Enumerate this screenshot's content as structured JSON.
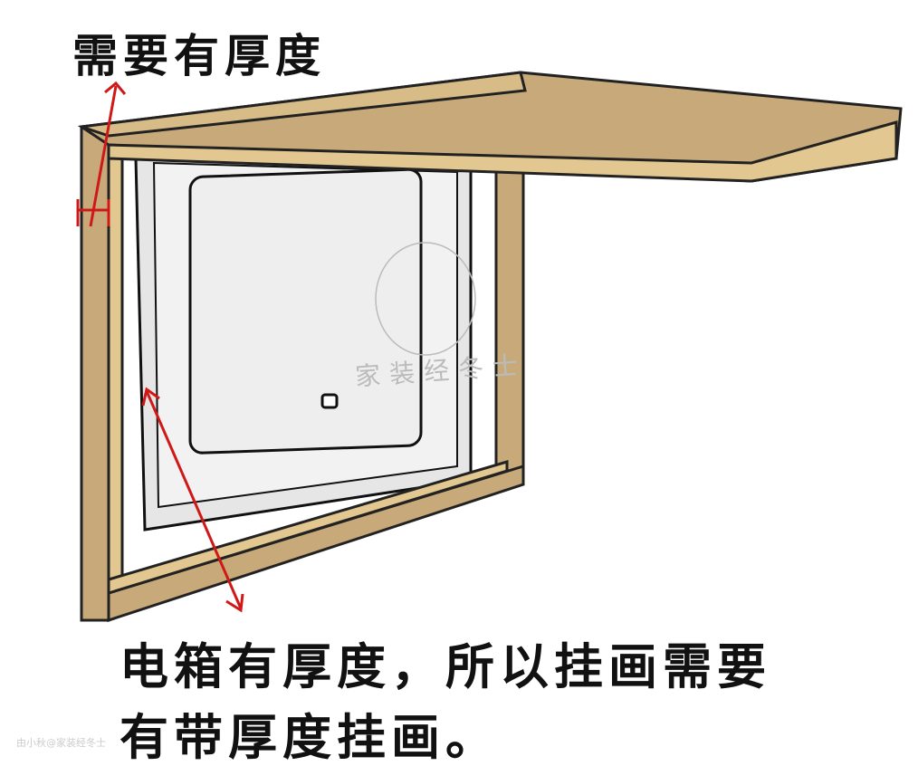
{
  "annotations": {
    "top": "需要有厚度",
    "bottom_line1": "电箱有厚度，所以挂画需要",
    "bottom_line2": "有带厚度挂画。"
  },
  "watermark": "家装经冬士",
  "credit": "由小秋@家装经冬士",
  "colors": {
    "wood": "#c8aa7a",
    "wood_edge": "#e2c890",
    "arrow": "#d01818",
    "panel": "#eeeeee"
  }
}
